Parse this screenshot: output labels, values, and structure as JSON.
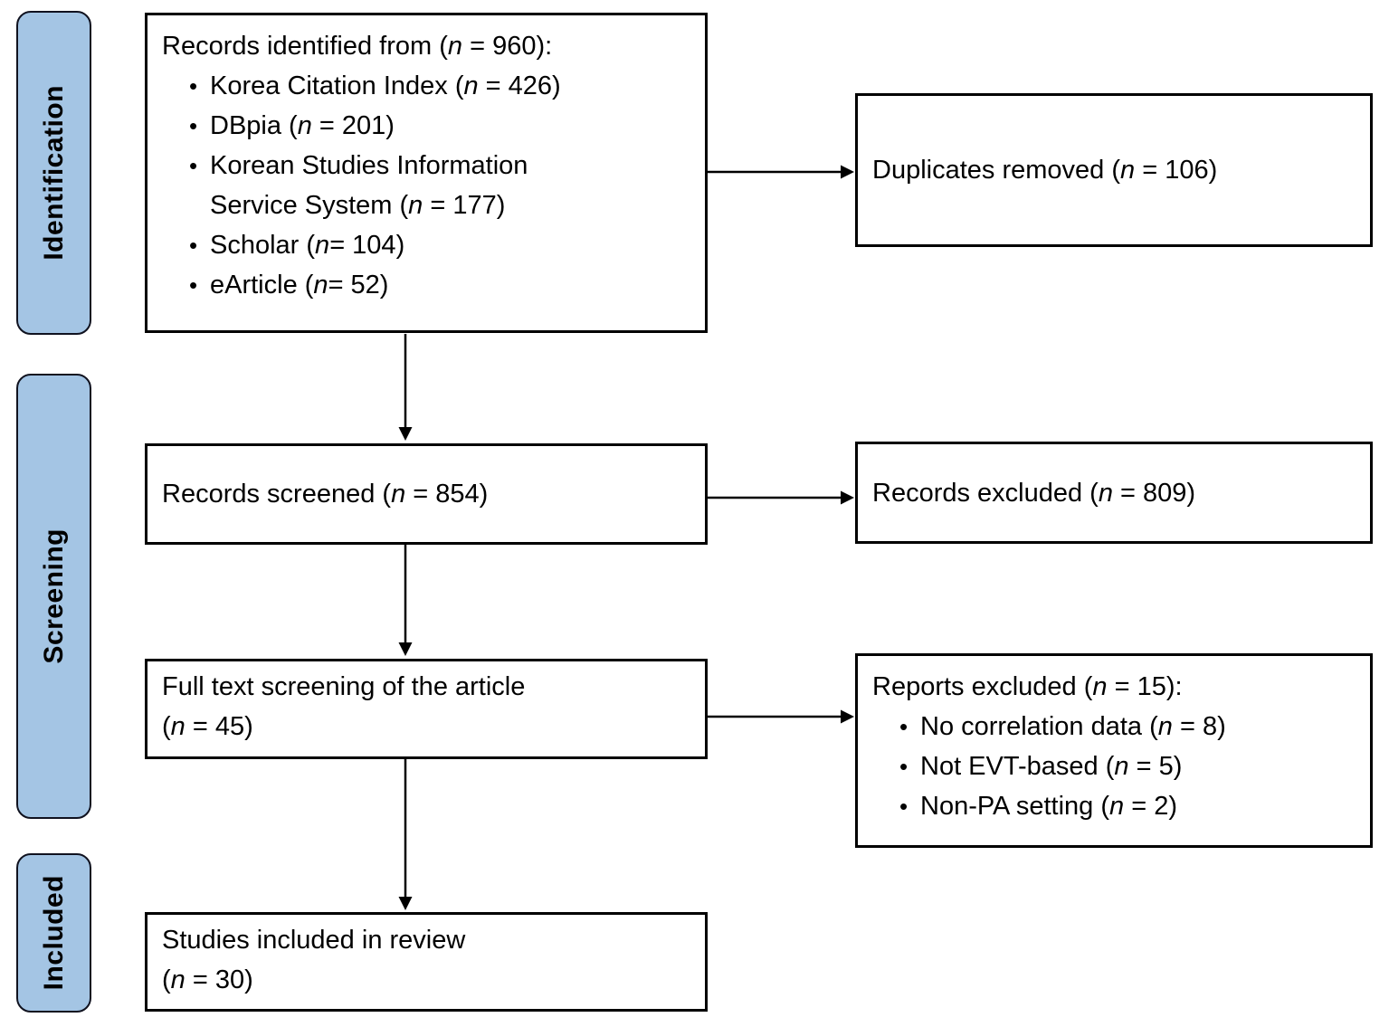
{
  "diagram": {
    "stages": [
      {
        "label": "Identification"
      },
      {
        "label": "Screening"
      },
      {
        "label": "Included"
      }
    ],
    "boxes": {
      "identified": {
        "title": "Records identified from (n = 960):",
        "bullets": [
          "Korea Citation Index (n = 426)",
          "DBpia (n = 201)",
          "Korean Studies Information\nService System (n = 177)",
          "Scholar (n= 104)",
          "eArticle (n= 52)"
        ]
      },
      "duplicates_removed": {
        "title": "Duplicates removed (n = 106)"
      },
      "records_screened": {
        "title": "Records screened (n = 854)"
      },
      "records_excluded": {
        "title": "Records excluded (n = 809)"
      },
      "full_text": {
        "title": "Full text screening of the article\n(n = 45)"
      },
      "reports_excluded": {
        "title": "Reports excluded (n = 15):",
        "bullets": [
          "No correlation data (n = 8)",
          "Not EVT-based (n = 5)",
          "Non-PA setting (n = 2)"
        ]
      },
      "included_studies": {
        "title": "Studies included in review\n(n = 30)"
      }
    },
    "colors": {
      "stage_fill": "#A4C5E4",
      "stage_border": "#10121F",
      "box_border": "#000000",
      "arrow": "#000000",
      "text": "#000000"
    }
  }
}
